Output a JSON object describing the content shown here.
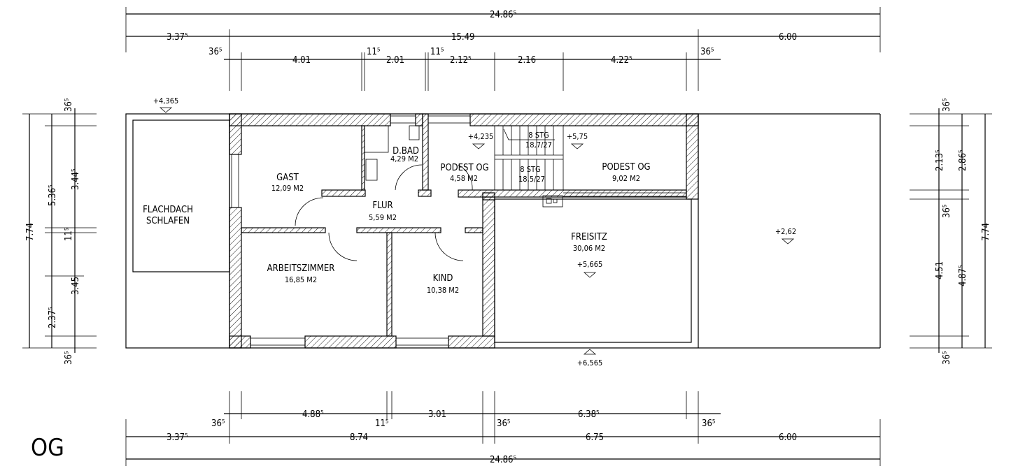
{
  "plan": {
    "floor_label": "OG",
    "rooms": [
      {
        "name": "GAST",
        "area": "12,09 M2"
      },
      {
        "name": "D.BAD",
        "area": "4,29 M2"
      },
      {
        "name": "PODEST OG",
        "area": "4,58 M2"
      },
      {
        "name": "PODEST OG",
        "area": "9,02 M2"
      },
      {
        "name": "FLUR",
        "area": "5,59 M2"
      },
      {
        "name": "ARBEITSZIMMER",
        "area": "16,85 M2"
      },
      {
        "name": "KIND",
        "area": "10,38 M2"
      },
      {
        "name": "FREISITZ",
        "area": "30,06 M2"
      },
      {
        "name": "FLACHDACH",
        "area": "SCHLAFEN"
      }
    ],
    "stairs": [
      {
        "steps": "8 STG",
        "ratio": "18,7/27"
      },
      {
        "steps": "8 STG",
        "ratio": "18,5/27"
      }
    ],
    "levels": [
      "+4,365",
      "+4,235",
      "+5,75",
      "+5,665",
      "+6,565",
      "+2,62"
    ]
  },
  "dimensions": {
    "top_total": "24.86⁵",
    "top_mid": [
      "3.37⁵",
      "15.49",
      "6.00"
    ],
    "top_inner": [
      "36⁵",
      "4.01",
      "11⁵",
      "2.01",
      "11⁵",
      "2.12⁵",
      "2.16",
      "4.22⁵",
      "36⁵"
    ],
    "bottom_inner": [
      "36⁵",
      "4.88⁵",
      "11⁵",
      "3.01",
      "36⁵",
      "6.38⁵",
      "36⁵"
    ],
    "bottom_mid": [
      "3.37⁵",
      "8.74",
      "6.75",
      "6.00"
    ],
    "bottom_total": "24.86⁵",
    "left_inner": [
      "36⁵",
      "3.44⁵",
      "11⁵",
      "3.45",
      "36⁵"
    ],
    "left_mid": [
      "5.36⁵",
      "2.37⁵"
    ],
    "left_total": "7.74",
    "right_inner": [
      "36⁵",
      "2.13⁵",
      "36⁵",
      "4.51",
      "36⁵"
    ],
    "right_mid": [
      "2.86⁵",
      "4.87⁵"
    ],
    "right_total": "7.74"
  }
}
